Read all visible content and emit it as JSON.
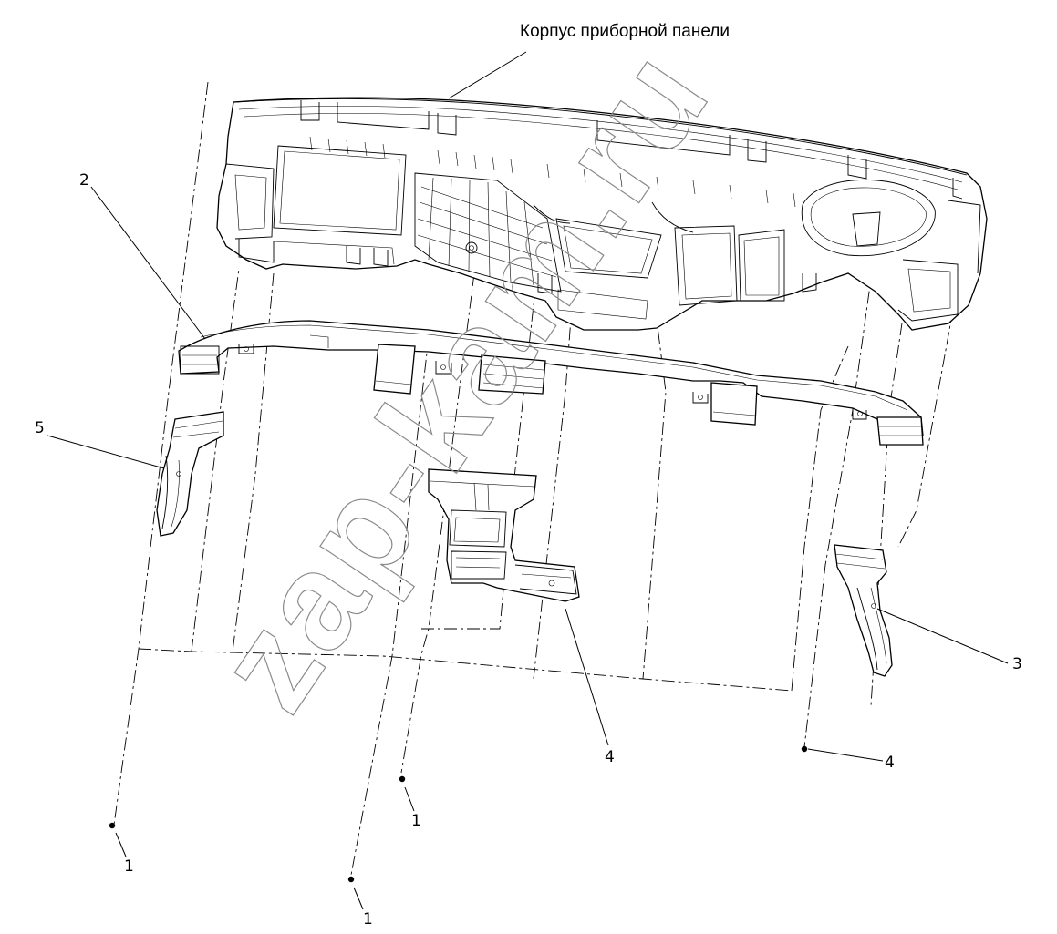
{
  "diagram": {
    "title": "Корпус приборной панели",
    "callouts": {
      "c1a": "1",
      "c1b": "1",
      "c1c": "1",
      "c2": "2",
      "c3": "3",
      "c4a": "4",
      "c4b": "4",
      "c5": "5"
    },
    "watermark": "zap-kam.ru"
  }
}
